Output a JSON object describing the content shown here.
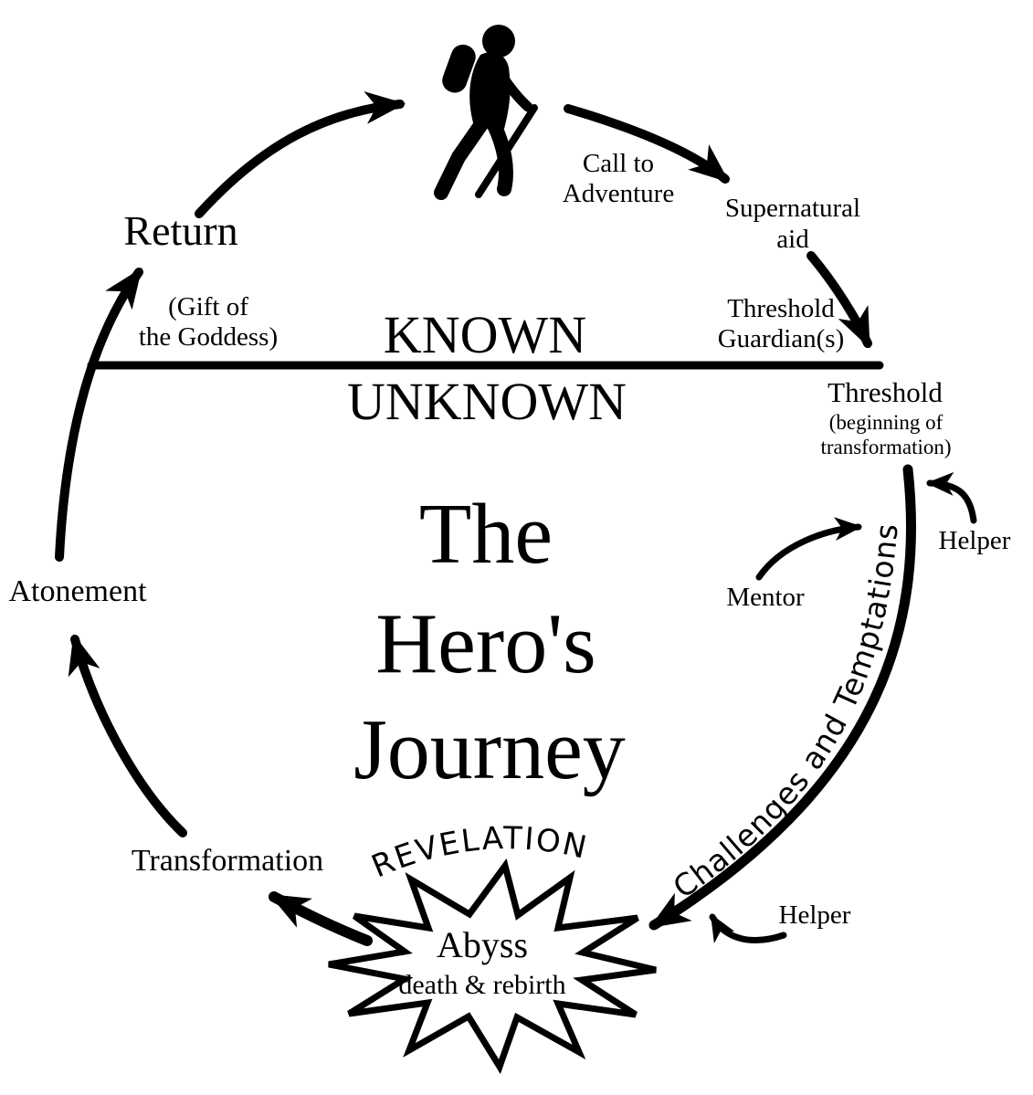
{
  "colors": {
    "ink": "#000000",
    "background": "#ffffff"
  },
  "title": {
    "line1": "The",
    "line2": "Hero's",
    "line3": "Journey"
  },
  "divider": {
    "above": "KNOWN",
    "below": "UNKNOWN"
  },
  "labels": {
    "return": "Return",
    "gift1": "(Gift of",
    "gift2": "the Goddess)",
    "call1": "Call to",
    "call2": "Adventure",
    "aid1": "Supernatural",
    "aid2": "aid",
    "guardian1": "Threshold",
    "guardian2": "Guardian(s)",
    "threshold": "Threshold",
    "threshold_sub1": "(beginning of",
    "threshold_sub2": "transformation)",
    "helper_top": "Helper",
    "mentor": "Mentor",
    "challenges": "Challenges and Temptations",
    "helper_bottom": "Helper",
    "revelation": "REVELATION",
    "abyss": "Abyss",
    "abyss_sub": "death & rebirth",
    "transformation": "Transformation",
    "atonement": "Atonement"
  },
  "icons": {
    "hiker": "hiker-icon"
  }
}
